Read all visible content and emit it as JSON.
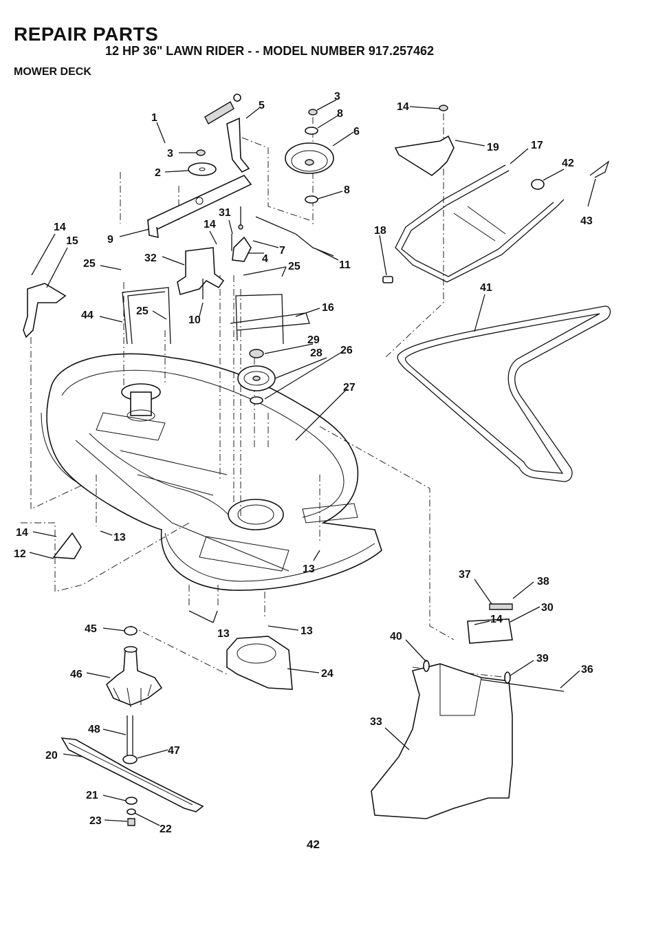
{
  "header": {
    "title": "REPAIR PARTS",
    "subtitle": "12 HP 36\" LAWN RIDER - - MODEL NUMBER 917.257462",
    "section": "MOWER DECK"
  },
  "page_number": "42",
  "callouts": [
    {
      "id": "c1",
      "text": "1"
    },
    {
      "id": "c2",
      "text": "2"
    },
    {
      "id": "c3a",
      "text": "3"
    },
    {
      "id": "c3b",
      "text": "3"
    },
    {
      "id": "c4",
      "text": "4"
    },
    {
      "id": "c5",
      "text": "5"
    },
    {
      "id": "c6",
      "text": "6"
    },
    {
      "id": "c7",
      "text": "7"
    },
    {
      "id": "c8a",
      "text": "8"
    },
    {
      "id": "c8b",
      "text": "8"
    },
    {
      "id": "c9",
      "text": "9"
    },
    {
      "id": "c10",
      "text": "10"
    },
    {
      "id": "c11",
      "text": "11"
    },
    {
      "id": "c12",
      "text": "12"
    },
    {
      "id": "c13a",
      "text": "13"
    },
    {
      "id": "c13b",
      "text": "13"
    },
    {
      "id": "c13c",
      "text": "13"
    },
    {
      "id": "c13d",
      "text": "13"
    },
    {
      "id": "c14a",
      "text": "14"
    },
    {
      "id": "c14b",
      "text": "14"
    },
    {
      "id": "c14c",
      "text": "14"
    },
    {
      "id": "c14d",
      "text": "14"
    },
    {
      "id": "c14e",
      "text": "14"
    },
    {
      "id": "c15",
      "text": "15"
    },
    {
      "id": "c16",
      "text": "16"
    },
    {
      "id": "c17",
      "text": "17"
    },
    {
      "id": "c18",
      "text": "18"
    },
    {
      "id": "c19",
      "text": "19"
    },
    {
      "id": "c20",
      "text": "20"
    },
    {
      "id": "c21",
      "text": "21"
    },
    {
      "id": "c22",
      "text": "22"
    },
    {
      "id": "c23",
      "text": "23"
    },
    {
      "id": "c24",
      "text": "24"
    },
    {
      "id": "c25a",
      "text": "25"
    },
    {
      "id": "c25b",
      "text": "25"
    },
    {
      "id": "c25c",
      "text": "25"
    },
    {
      "id": "c26",
      "text": "26"
    },
    {
      "id": "c27",
      "text": "27"
    },
    {
      "id": "c28",
      "text": "28"
    },
    {
      "id": "c29",
      "text": "29"
    },
    {
      "id": "c30",
      "text": "30"
    },
    {
      "id": "c31",
      "text": "31"
    },
    {
      "id": "c32",
      "text": "32"
    },
    {
      "id": "c33",
      "text": "33"
    },
    {
      "id": "c36",
      "text": "36"
    },
    {
      "id": "c37",
      "text": "37"
    },
    {
      "id": "c38",
      "text": "38"
    },
    {
      "id": "c39",
      "text": "39"
    },
    {
      "id": "c40",
      "text": "40"
    },
    {
      "id": "c41",
      "text": "41"
    },
    {
      "id": "c42",
      "text": "42"
    },
    {
      "id": "c43",
      "text": "43"
    },
    {
      "id": "c44",
      "text": "44"
    },
    {
      "id": "c45",
      "text": "45"
    },
    {
      "id": "c46",
      "text": "46"
    },
    {
      "id": "c47",
      "text": "47"
    },
    {
      "id": "c48",
      "text": "48"
    }
  ]
}
